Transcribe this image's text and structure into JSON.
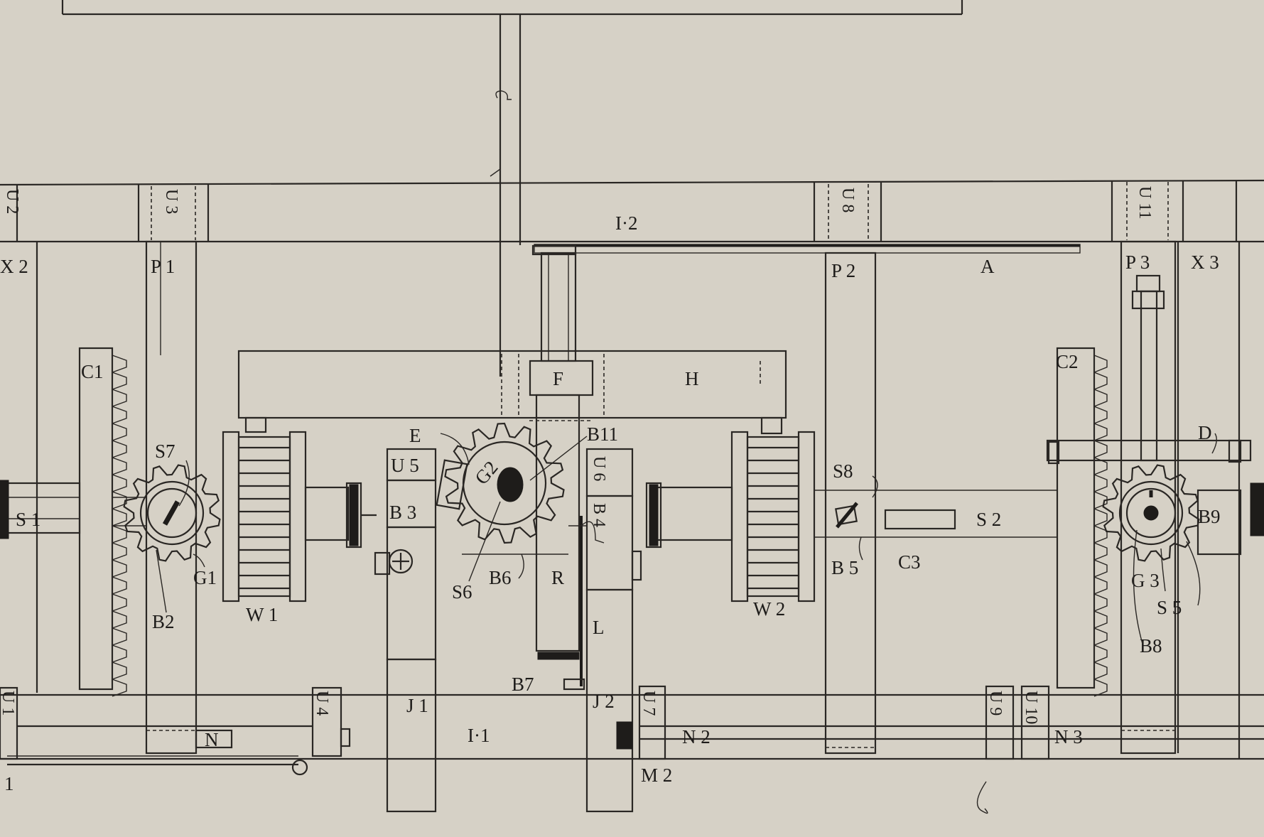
{
  "diagram": {
    "labels": {
      "X2": "X 2",
      "P1": "P 1",
      "U3": "U 3",
      "U8": "U 8",
      "U11": "U 11",
      "I2": "I·2",
      "A": "A",
      "P2": "P 2",
      "P3": "P 3",
      "X3": "X 3",
      "F": "F",
      "H": "H",
      "C1": "C1",
      "C2": "C2",
      "D": "D",
      "S7": "S7",
      "E": "E",
      "B11": "B11",
      "G2": "G2",
      "U5": "U 5",
      "U6": "U 6",
      "S8": "S8",
      "S1": "S 1",
      "B3": "B 3",
      "B4": "B 4",
      "S2": "S 2",
      "B9": "B9",
      "G1": "G1",
      "B5": "B 5",
      "C3": "C3",
      "G3": "G 3",
      "S6": "S6",
      "B6": "B6",
      "R": "R",
      "S5": "S 5",
      "B2": "B2",
      "W1": "W 1",
      "L": "L",
      "W2": "W 2",
      "B8": "B8",
      "B7": "B7",
      "J1": "J 1",
      "J2": "J 2",
      "U7": "U 7",
      "U9": "U 9",
      "U10": "U 10",
      "U1": "U 1",
      "U4": "U 4",
      "N": "N",
      "I1": "I·1",
      "N2": "N 2",
      "N3": "N 3",
      "M2": "M 2",
      "one": "1",
      "U2": "U 2"
    }
  }
}
